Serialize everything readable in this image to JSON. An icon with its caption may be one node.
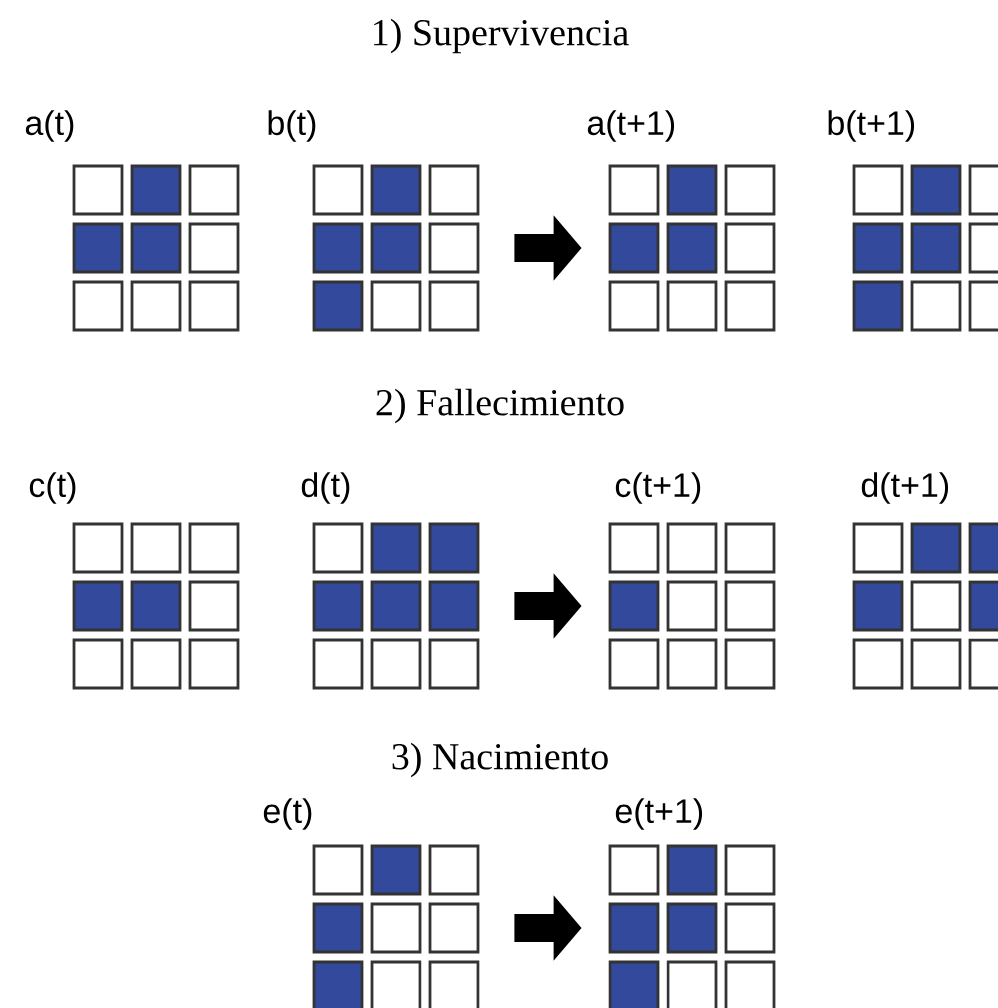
{
  "diagram": {
    "nodes": [
      {
        "text": [
          "a(t)"
        ]
      },
      {
        "text": [
          "b(t)"
        ]
      },
      {
        "text": [
          "a(t+1)"
        ]
      },
      {
        "text": [
          "b(t+1)"
        ]
      },
      {
        "text": [
          "c(t)"
        ]
      },
      {
        "text": [
          "d(t)"
        ]
      },
      {
        "text": [
          "c(t+1)"
        ]
      },
      {
        "text": [
          "d(t+1)"
        ]
      },
      {
        "text": [
          "e(t)"
        ]
      },
      {
        "text": [
          "e(t+1)"
        ]
      }
    ],
    "edges": [
      {
        "from": 1,
        "to": 2,
        "arrow": "to"
      },
      {
        "from": 5,
        "to": 6,
        "arrow": "to"
      },
      {
        "from": 8,
        "to": 9,
        "arrow": "to"
      }
    ],
    "labels": [
      "1) Supervivencia",
      "2) Fallecimiento",
      "3) Nacimiento"
    ]
  }
}
